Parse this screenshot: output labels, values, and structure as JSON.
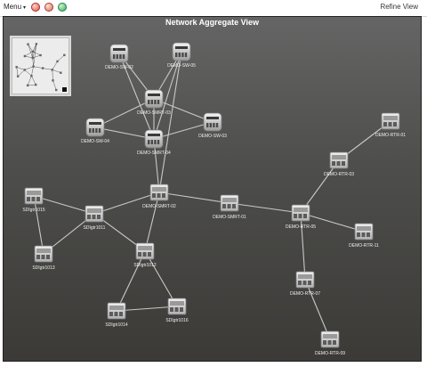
{
  "toolbar": {
    "menu_label": "Menu",
    "menu_caret": "▾",
    "icons": [
      "zoom-in-icon",
      "zoom-out-icon",
      "refresh-icon"
    ],
    "refine_label": "Refine View"
  },
  "canvas": {
    "title": "Network Aggregate View",
    "background_top": "#656565",
    "background_bottom": "#3b3a37"
  },
  "devices": [
    {
      "label": "DEMO-SW-02",
      "type": "switch"
    },
    {
      "label": "DEMO-SW-05",
      "type": "switch"
    },
    {
      "label": "DEMO-SMRT-03",
      "type": "switch"
    },
    {
      "label": "DEMO-SW-04",
      "type": "switch"
    },
    {
      "label": "DEMO-SW-03",
      "type": "switch"
    },
    {
      "label": "DEMO-SMRT-04",
      "type": "switch"
    },
    {
      "label": "DEMO-RTR-01",
      "type": "router"
    },
    {
      "label": "DEMO-RTR-03",
      "type": "router"
    },
    {
      "label": "SDIgtr1015",
      "type": "router"
    },
    {
      "label": "DEMO-SMRT-02",
      "type": "router"
    },
    {
      "label": "DEMO-SMRT-01",
      "type": "router"
    },
    {
      "label": "SDIgtr1011",
      "type": "router"
    },
    {
      "label": "DEMO-RTR-05",
      "type": "router"
    },
    {
      "label": "DEMO-RTR-11",
      "type": "router"
    },
    {
      "label": "SDIgtr1013",
      "type": "router"
    },
    {
      "label": "SDIgtr1012",
      "type": "router"
    },
    {
      "label": "DEMO-RTR-07",
      "type": "router"
    },
    {
      "label": "SDIgtr1014",
      "type": "router"
    },
    {
      "label": "SDIgtr1016",
      "type": "router"
    },
    {
      "label": "DEMO-RTR-09",
      "type": "router"
    }
  ],
  "links": [
    [
      "DEMO-SW-02",
      "DEMO-SMRT-03"
    ],
    [
      "DEMO-SW-02",
      "DEMO-SMRT-04"
    ],
    [
      "DEMO-SW-05",
      "DEMO-SMRT-03"
    ],
    [
      "DEMO-SW-05",
      "DEMO-SMRT-04"
    ],
    [
      "DEMO-SW-05",
      "DEMO-SMRT-02"
    ],
    [
      "DEMO-SMRT-03",
      "DEMO-SW-04"
    ],
    [
      "DEMO-SMRT-03",
      "DEMO-SW-03"
    ],
    [
      "DEMO-SMRT-03",
      "DEMO-SMRT-04"
    ],
    [
      "DEMO-SW-04",
      "DEMO-SMRT-04"
    ],
    [
      "DEMO-SW-03",
      "DEMO-SMRT-04"
    ],
    [
      "DEMO-SMRT-04",
      "DEMO-SMRT-02"
    ],
    [
      "DEMO-SMRT-02",
      "DEMO-SMRT-01"
    ],
    [
      "DEMO-SMRT-02",
      "SDIgtr1011"
    ],
    [
      "DEMO-SMRT-02",
      "SDIgtr1012"
    ],
    [
      "DEMO-SMRT-01",
      "DEMO-RTR-05"
    ],
    [
      "SDIgtr1015",
      "SDIgtr1011"
    ],
    [
      "SDIgtr1011",
      "SDIgtr1013"
    ],
    [
      "SDIgtr1011",
      "SDIgtr1012"
    ],
    [
      "SDIgtr1013",
      "SDIgtr1015"
    ],
    [
      "SDIgtr1012",
      "SDIgtr1014"
    ],
    [
      "SDIgtr1012",
      "SDIgtr1016"
    ],
    [
      "SDIgtr1014",
      "SDIgtr1016"
    ],
    [
      "DEMO-RTR-01",
      "DEMO-RTR-03"
    ],
    [
      "DEMO-RTR-03",
      "DEMO-RTR-05"
    ],
    [
      "DEMO-RTR-05",
      "DEMO-RTR-11"
    ],
    [
      "DEMO-RTR-05",
      "DEMO-RTR-07"
    ],
    [
      "DEMO-RTR-07",
      "DEMO-RTR-09"
    ]
  ],
  "colors": {
    "link": "#c9c9c9",
    "label": "#f0f0f0",
    "device_body": "#d9d9d9",
    "device_edge": "#7a7a7a",
    "minimap_bg": "#ececec"
  }
}
